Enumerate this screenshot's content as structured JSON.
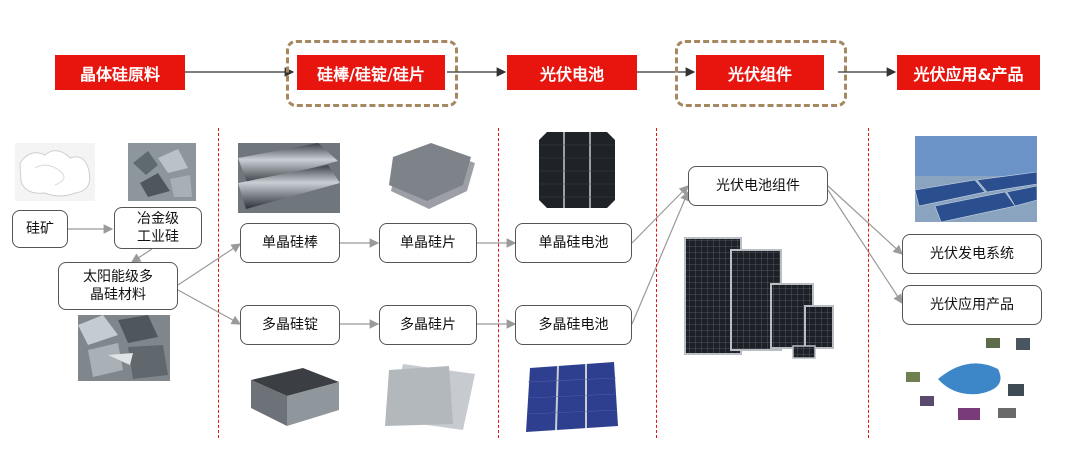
{
  "stages": [
    "晶体硅原料",
    "硅棒/硅锭/硅片",
    "光伏电池",
    "光伏组件",
    "光伏应用&产品"
  ],
  "nodes": {
    "silicon_ore": "硅矿",
    "metallurgical_si": "冶金级\n工业硅",
    "solar_poly": "太阳能级多\n晶硅材料",
    "mono_ingot": "单晶硅棒",
    "multi_ingot": "多晶硅锭",
    "mono_wafer": "单晶硅片",
    "multi_wafer": "多晶硅片",
    "mono_cell": "单晶硅电池",
    "multi_cell": "多晶硅电池",
    "pv_module": "光伏电池组件",
    "pv_system": "光伏发电系统",
    "pv_products": "光伏应用产品"
  },
  "colors": {
    "stage_red": "#e8150f",
    "highlight_tan": "#a58860",
    "arrow_gray": "#9a9a9a"
  }
}
